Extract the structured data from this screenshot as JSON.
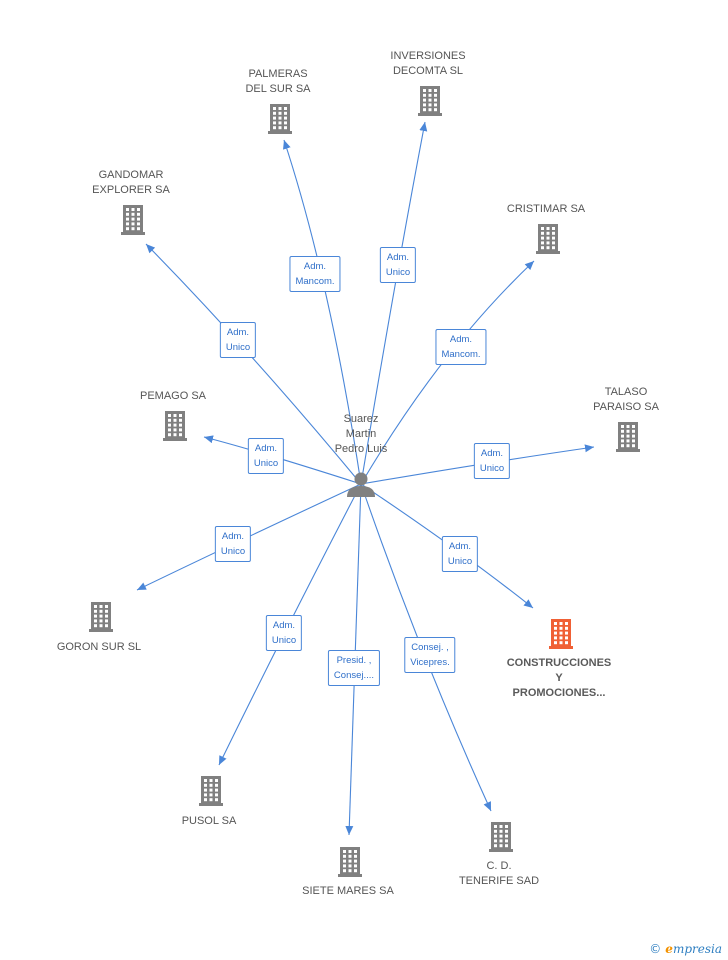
{
  "center": {
    "name_lines": [
      "Suarez",
      "Martin",
      "Pedro Luis"
    ],
    "icon": "person-icon"
  },
  "companies": [
    {
      "id": "palmeras",
      "lines": [
        "PALMERAS",
        "DEL SUR SA"
      ],
      "icon": "building-icon"
    },
    {
      "id": "inversiones",
      "lines": [
        "INVERSIONES",
        "DECOMTA SL"
      ],
      "icon": "building-icon"
    },
    {
      "id": "gandomar",
      "lines": [
        "GANDOMAR",
        "EXPLORER SA"
      ],
      "icon": "building-icon"
    },
    {
      "id": "cristimar",
      "lines": [
        "CRISTIMAR SA"
      ],
      "icon": "building-icon"
    },
    {
      "id": "pemago",
      "lines": [
        "PEMAGO SA"
      ],
      "icon": "building-icon"
    },
    {
      "id": "talaso",
      "lines": [
        "TALASO",
        "PARAISO SA"
      ],
      "icon": "building-icon"
    },
    {
      "id": "goron",
      "lines": [
        "GORON SUR SL"
      ],
      "icon": "building-icon"
    },
    {
      "id": "construcciones",
      "lines": [
        "CONSTRUCCIONES",
        "Y",
        "PROMOCIONES..."
      ],
      "icon": "building-icon",
      "highlight": true
    },
    {
      "id": "pusol",
      "lines": [
        "PUSOL SA"
      ],
      "icon": "building-icon"
    },
    {
      "id": "siete",
      "lines": [
        "SIETE MARES SA"
      ],
      "icon": "building-icon"
    },
    {
      "id": "tenerife",
      "lines": [
        "C. D.",
        "TENERIFE SAD"
      ],
      "icon": "building-icon"
    }
  ],
  "relations": [
    {
      "to": "palmeras",
      "lines": [
        "Adm.",
        "Mancom."
      ]
    },
    {
      "to": "inversiones",
      "lines": [
        "Adm.",
        "Unico"
      ]
    },
    {
      "to": "gandomar",
      "lines": [
        "Adm.",
        "Unico"
      ]
    },
    {
      "to": "cristimar",
      "lines": [
        "Adm.",
        "Mancom."
      ]
    },
    {
      "to": "pemago",
      "lines": [
        "Adm.",
        "Unico"
      ]
    },
    {
      "to": "talaso",
      "lines": [
        "Adm.",
        "Unico"
      ]
    },
    {
      "to": "goron",
      "lines": [
        "Adm.",
        "Unico"
      ]
    },
    {
      "to": "construcciones",
      "lines": [
        "Adm.",
        "Unico"
      ]
    },
    {
      "to": "pusol",
      "lines": [
        "Adm.",
        "Unico"
      ]
    },
    {
      "to": "siete",
      "lines": [
        "Presid. ,",
        "Consej...."
      ]
    },
    {
      "to": "tenerife",
      "lines": [
        "Consej. ,",
        "Vicepres."
      ]
    }
  ],
  "colors": {
    "edge": "#4a86d8",
    "building": "#808080",
    "highlight": "#f06035",
    "person": "#808080"
  },
  "logo": {
    "symbol": "©",
    "brand_initial": "e",
    "brand_rest": "mpresia"
  }
}
